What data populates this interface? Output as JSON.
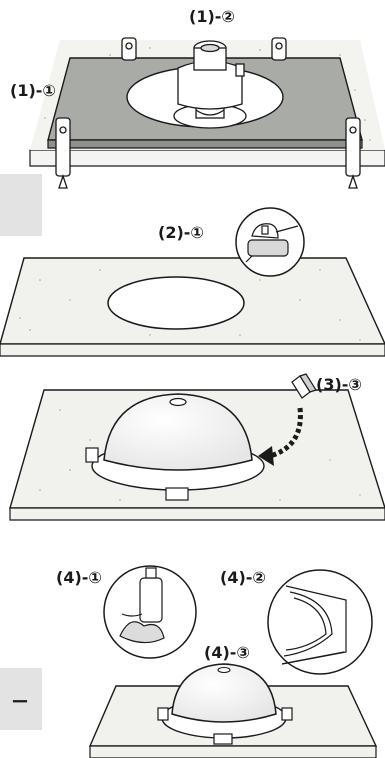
{
  "labels": {
    "step_1_1": "(1)-①",
    "step_1_2": "(1)-②",
    "step_2_1": "(2)-①",
    "step_3_3": "(3)-③",
    "step_4_1": "(4)-①",
    "step_4_2": "(4)-②",
    "step_4_3": "(4)-③"
  },
  "side_tab": {
    "text": "ー"
  },
  "colors": {
    "granite": "#f1f1ee",
    "panel_gray": "#a9aba6",
    "side_tab_gray": "#e3e3e3",
    "outline": "#1a1a1a"
  }
}
